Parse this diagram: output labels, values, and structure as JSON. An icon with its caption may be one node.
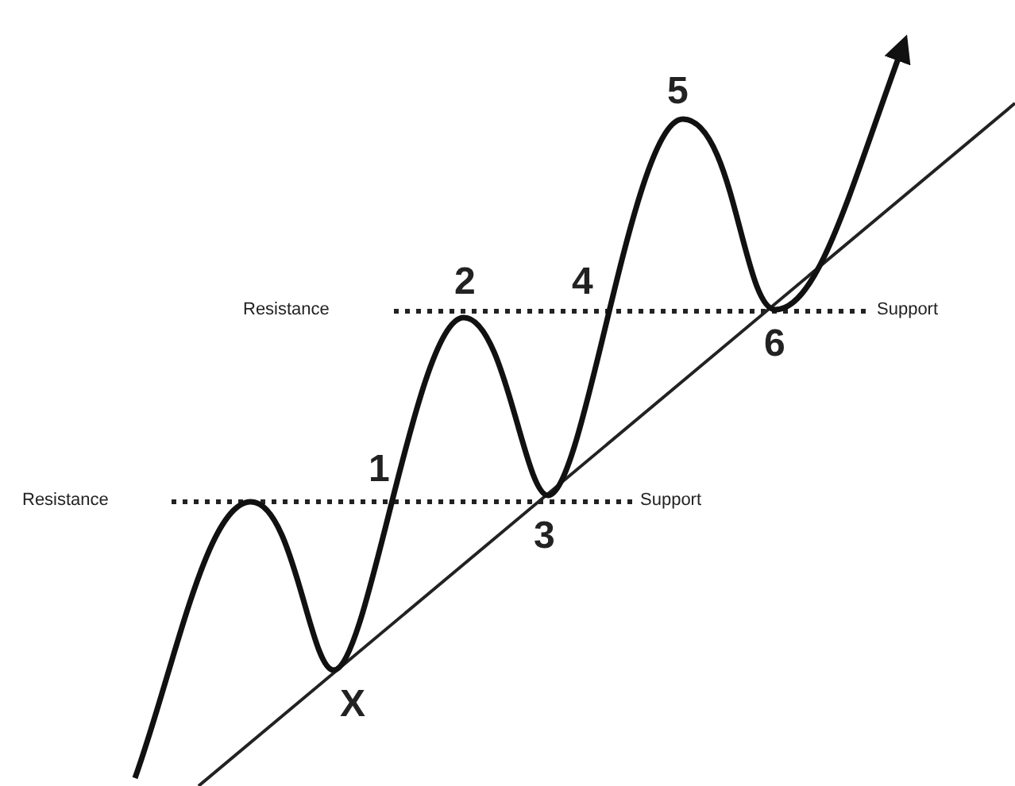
{
  "diagram": {
    "labels": [
      "5",
      "Resistance",
      "2",
      "4",
      "Support",
      "6",
      "1",
      "Resistance",
      "Support",
      "3",
      "X"
    ]
  }
}
